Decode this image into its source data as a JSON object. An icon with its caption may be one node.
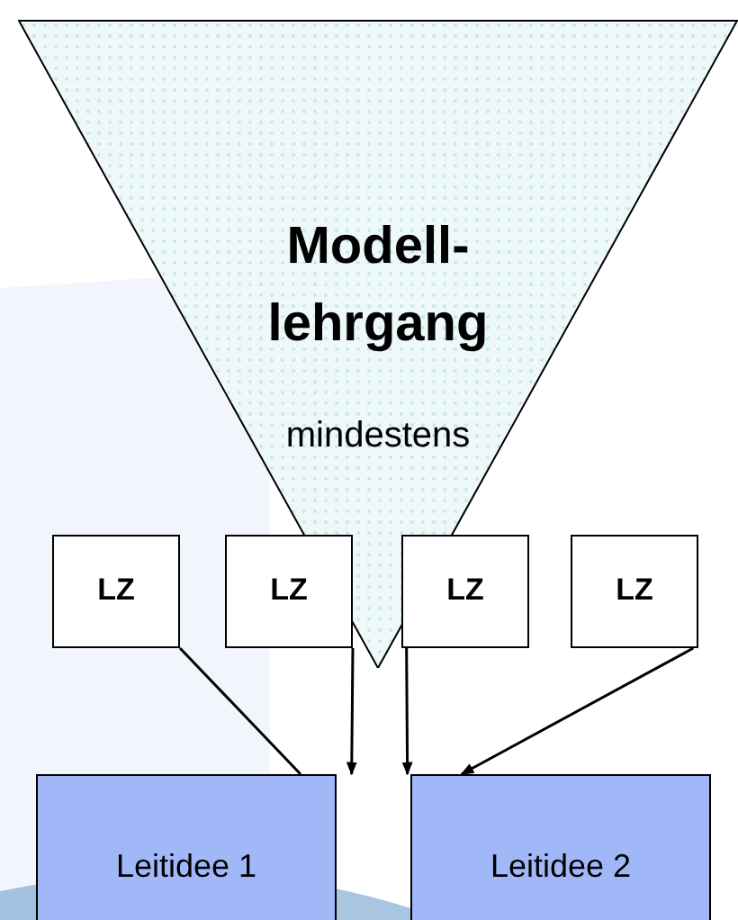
{
  "diagram": {
    "nodes": [
      {
        "text": [
          "Modell- lehrgang",
          "mindestens"
        ]
      },
      {
        "text": [
          "LZ"
        ]
      },
      {
        "text": [
          "LZ"
        ]
      },
      {
        "text": [
          "LZ"
        ]
      },
      {
        "text": [
          "LZ"
        ]
      },
      {
        "text": [
          "Leitidee 1"
        ]
      },
      {
        "text": [
          "Leitidee 2"
        ]
      }
    ],
    "edges": [
      {
        "from": 1,
        "to": 5,
        "arrow": "none"
      },
      {
        "from": 2,
        "to": 5,
        "arrow": "to"
      },
      {
        "from": 3,
        "to": 6,
        "arrow": "to"
      },
      {
        "from": 4,
        "to": 6,
        "arrow": "to"
      }
    ]
  }
}
